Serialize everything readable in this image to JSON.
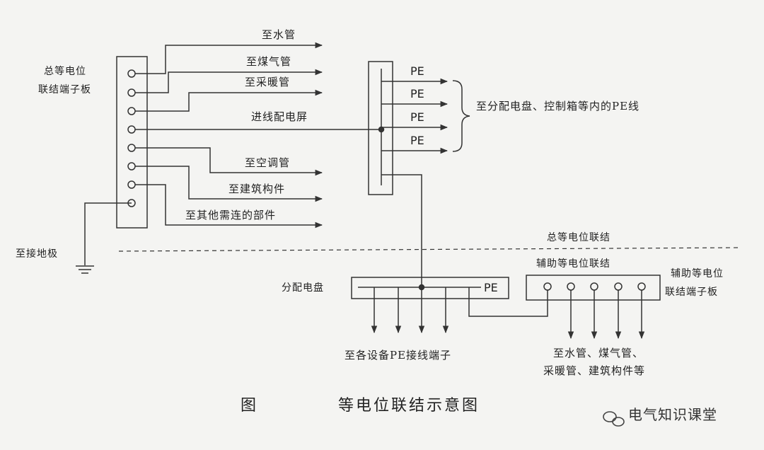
{
  "main_board": {
    "line1": "总等电位",
    "line2": "联结端子板"
  },
  "branches": {
    "water": "至水管",
    "gas": "至煤气管",
    "heating": "至采暖管",
    "panel": "进线配电屏",
    "ac": "至空调管",
    "building": "至建筑构件",
    "other": "至其他需连的部件"
  },
  "ground": "至接地极",
  "pe_labels": [
    "PE",
    "PE",
    "PE",
    "PE"
  ],
  "pe_target": "至分配电盘、控制箱等内的PE线",
  "main_bond_label": "总等电位联结",
  "dist_panel": {
    "label": "分配电盘",
    "pe": "PE"
  },
  "dist_target": "至各设备PE接线端子",
  "aux_bond_label": "辅助等电位联结",
  "aux_board": {
    "line1": "辅助等电位",
    "line2": "联结端子板"
  },
  "aux_target": {
    "line1": "至水管、煤气管、",
    "line2": "采暖管、建筑构件等"
  },
  "caption": {
    "prefix": "图",
    "title": "等电位联结示意图"
  },
  "watermark": "电气知识课堂",
  "colors": {
    "ink": "#333333",
    "paper": "#f4f4f2"
  }
}
